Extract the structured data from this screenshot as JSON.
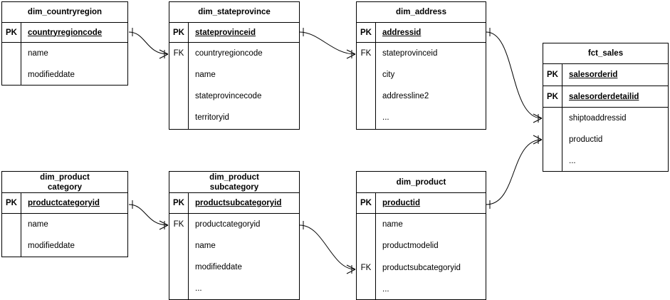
{
  "diagram": {
    "kind": "entity-relationship-diagram",
    "notation": "crow's-foot",
    "background": "#ffffff",
    "line_color": "#000000",
    "text_color": "#000000"
  },
  "entities": [
    {
      "id": "dim_countryregion",
      "title_lines": [
        "dim_countryregion"
      ],
      "keys": [
        {
          "marker": "PK",
          "field": "countryregioncode",
          "emphasis": "pk"
        }
      ],
      "fields": [
        {
          "marker": "",
          "field": "name"
        },
        {
          "marker": "",
          "field": "modifieddate"
        }
      ]
    },
    {
      "id": "dim_stateprovince",
      "title_lines": [
        "dim_stateprovince"
      ],
      "keys": [
        {
          "marker": "PK",
          "field": "stateprovinceid",
          "emphasis": "pk"
        }
      ],
      "fields": [
        {
          "marker": "FK",
          "field": "countryregioncode"
        },
        {
          "marker": "",
          "field": "name"
        },
        {
          "marker": "",
          "field": "stateprovincecode"
        },
        {
          "marker": "",
          "field": "territoryid"
        }
      ]
    },
    {
      "id": "dim_address",
      "title_lines": [
        "dim_address"
      ],
      "keys": [
        {
          "marker": "PK",
          "field": "addressid",
          "emphasis": "pk"
        }
      ],
      "fields": [
        {
          "marker": "FK",
          "field": "stateprovinceid"
        },
        {
          "marker": "",
          "field": "city"
        },
        {
          "marker": "",
          "field": "addressline2"
        },
        {
          "marker": "",
          "field": "..."
        }
      ]
    },
    {
      "id": "fct_sales",
      "title_lines": [
        "fct_sales"
      ],
      "keys": [
        {
          "marker": "PK",
          "field": "salesorderid",
          "emphasis": "pk"
        },
        {
          "marker": "PK",
          "field": "salesorderdetailid",
          "emphasis": "pk"
        }
      ],
      "fields": [
        {
          "marker": "",
          "field": "shiptoaddressid"
        },
        {
          "marker": "",
          "field": "productid"
        },
        {
          "marker": "",
          "field": "..."
        }
      ]
    },
    {
      "id": "dim_productcategory",
      "title_lines": [
        "dim_product",
        "category"
      ],
      "keys": [
        {
          "marker": "PK",
          "field": "productcategoryid",
          "emphasis": "pk"
        }
      ],
      "fields": [
        {
          "marker": "",
          "field": "name"
        },
        {
          "marker": "",
          "field": "modifieddate"
        }
      ]
    },
    {
      "id": "dim_productsubcategory",
      "title_lines": [
        "dim_product",
        "subcategory"
      ],
      "keys": [
        {
          "marker": "PK",
          "field": "productsubcategoryid",
          "emphasis": "pk"
        }
      ],
      "fields": [
        {
          "marker": "FK",
          "field": "productcategoryid"
        },
        {
          "marker": "",
          "field": "name"
        },
        {
          "marker": "",
          "field": "modifieddate"
        },
        {
          "marker": "",
          "field": "..."
        }
      ]
    },
    {
      "id": "dim_product",
      "title_lines": [
        "dim_product"
      ],
      "keys": [
        {
          "marker": "PK",
          "field": "productid",
          "emphasis": "pk"
        }
      ],
      "fields": [
        {
          "marker": "",
          "field": "name"
        },
        {
          "marker": "",
          "field": "productmodelid"
        },
        {
          "marker": "FK",
          "field": "productsubcategoryid"
        },
        {
          "marker": "",
          "field": "..."
        }
      ]
    }
  ],
  "relationships": [
    {
      "from": "dim_countryregion.countryregioncode",
      "to": "dim_stateprovince.countryregioncode",
      "from_cardinality": "one",
      "to_cardinality": "many"
    },
    {
      "from": "dim_stateprovince.stateprovinceid",
      "to": "dim_address.stateprovinceid",
      "from_cardinality": "one",
      "to_cardinality": "many"
    },
    {
      "from": "dim_address.addressid",
      "to": "fct_sales.shiptoaddressid",
      "from_cardinality": "one",
      "to_cardinality": "many"
    },
    {
      "from": "dim_product.productid",
      "to": "fct_sales.productid",
      "from_cardinality": "one",
      "to_cardinality": "many"
    },
    {
      "from": "dim_productcategory.productcategoryid",
      "to": "dim_productsubcategory.productcategoryid",
      "from_cardinality": "one",
      "to_cardinality": "many"
    },
    {
      "from": "dim_productsubcategory.productsubcategoryid",
      "to": "dim_product.productsubcategoryid",
      "from_cardinality": "one",
      "to_cardinality": "many"
    }
  ]
}
